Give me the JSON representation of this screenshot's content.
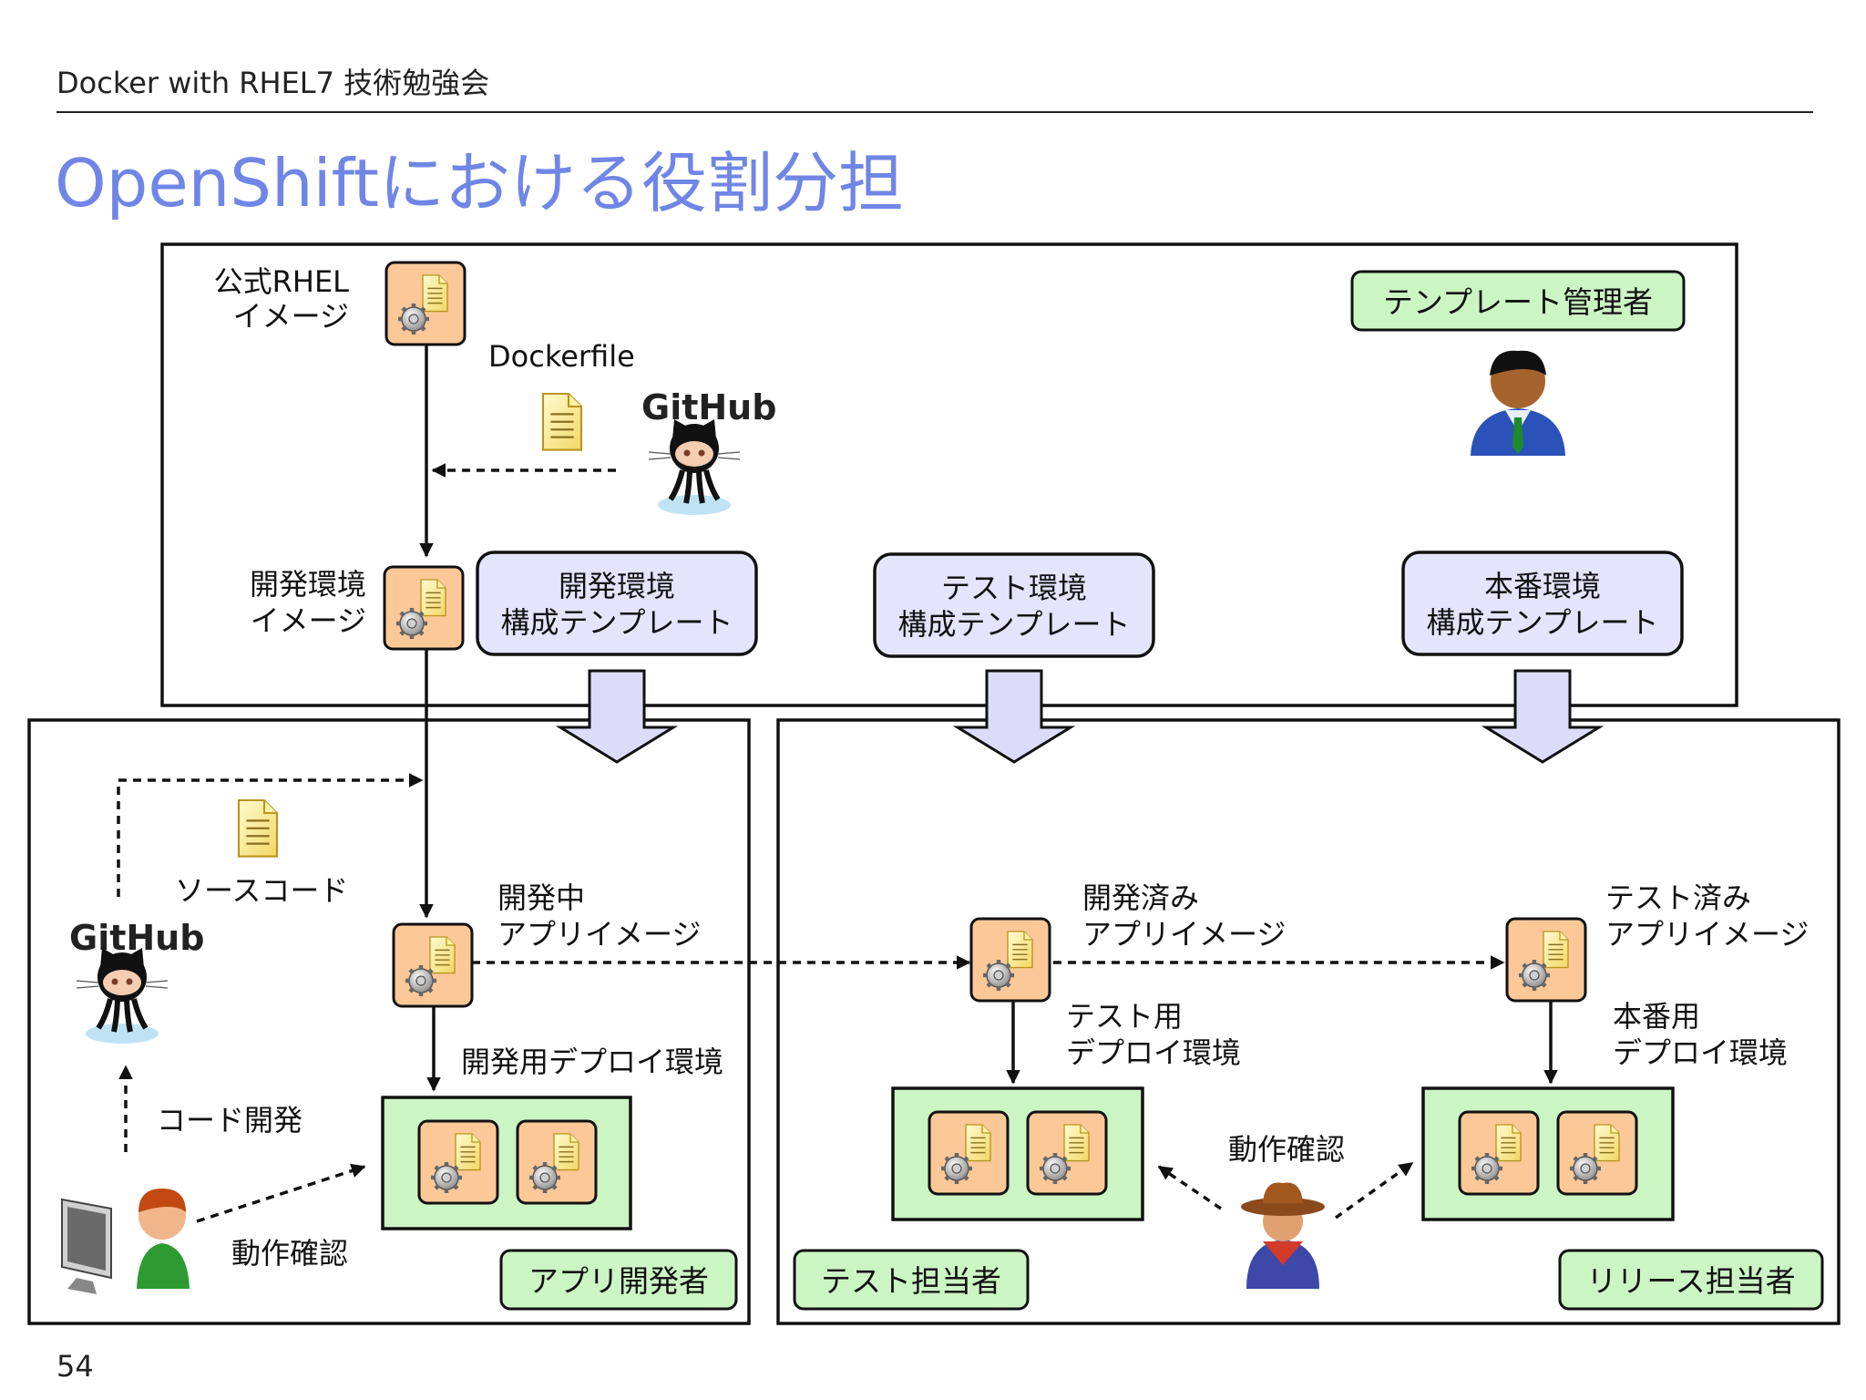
{
  "header": {
    "text": "Docker with RHEL7 技術勉強会",
    "page_number": "54"
  },
  "title": "OpenShiftにおける役割分担",
  "top": {
    "official_image": [
      "公式RHEL",
      "イメージ"
    ],
    "dockerfile": "Dockerfile",
    "github": "GitHub",
    "role": "テンプレート管理者",
    "dev_env_image": [
      "開発環境",
      "イメージ"
    ],
    "templates": [
      [
        "開発環境",
        "構成テンプレート"
      ],
      [
        "テスト環境",
        "構成テンプレート"
      ],
      [
        "本番環境",
        "構成テンプレート"
      ]
    ]
  },
  "left": {
    "source_code": "ソースコード",
    "github": "GitHub",
    "dev_app_image": [
      "開発中",
      "アプリイメージ"
    ],
    "dev_deploy": "開発用デプロイ環境",
    "code_dev": "コード開発",
    "verify": "動作確認",
    "role": "アプリ開発者"
  },
  "right": {
    "developed_image": [
      "開発済み",
      "アプリイメージ"
    ],
    "tested_image": [
      "テスト済み",
      "アプリイメージ"
    ],
    "test_deploy": [
      "テスト用",
      "デプロイ環境"
    ],
    "prod_deploy": [
      "本番用",
      "デプロイ環境"
    ],
    "verify": "動作確認",
    "role_test": "テスト担当者",
    "role_release": "リリース担当者"
  },
  "colors": {
    "title": "#6f86e6",
    "image_fill": "#fcc898",
    "env_fill": "#ccf5c4",
    "template_fill": "#e4e4fc",
    "arrow_fill": "#dcdcfa"
  }
}
